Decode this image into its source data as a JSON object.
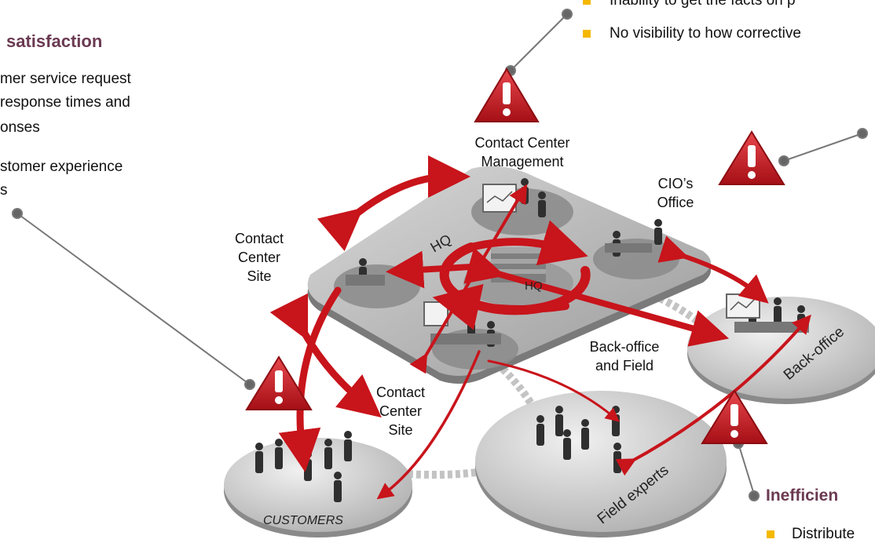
{
  "left_panel": {
    "heading": "satisfaction",
    "lines": [
      "mer service request",
      "response times and",
      "onses",
      "stomer experience",
      "s"
    ]
  },
  "top_panel": {
    "lines": [
      "Inability to get the facts on p",
      "No visibility to how corrective"
    ]
  },
  "bottom_panel": {
    "heading": "Inefficien",
    "line": "Distribute"
  },
  "labels": {
    "contact_center_management": [
      "Contact Center",
      "Management"
    ],
    "cio_office": [
      "CIO’s",
      "Office"
    ],
    "contact_center_site_left": [
      "Contact",
      "Center",
      "Site"
    ],
    "contact_center_site_bottom": [
      "Contact",
      "Center",
      "Site"
    ],
    "hq_center": "HQ",
    "hq_platform": "HQ",
    "back_office_field": [
      "Back-office",
      "and Field"
    ],
    "back_office_disk": "Back-office",
    "field_experts_disk": "Field experts",
    "customers_disk": "CUSTOMERS"
  },
  "colors": {
    "arrow": "#c8141b",
    "warning": "#c8141b",
    "bullet": "#f5b800",
    "heading": "#6b3a52"
  }
}
